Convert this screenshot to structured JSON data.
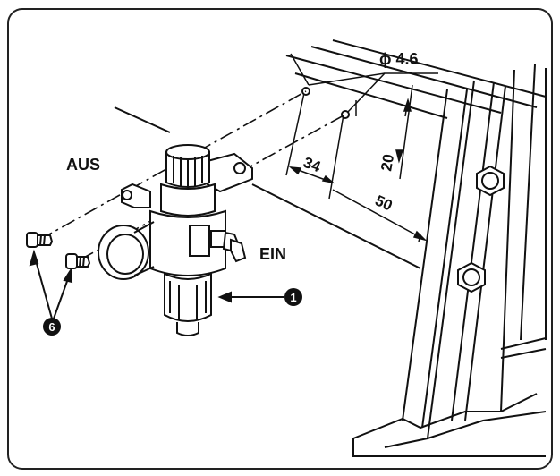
{
  "labels": {
    "outlet": "AUS",
    "inlet": "EIN",
    "hole_diameter": "ϕ 4.6",
    "dim_vertical": "20",
    "dim_34": "34",
    "dim_50": "50"
  },
  "callouts": {
    "regulator": "1",
    "screws": "6"
  }
}
